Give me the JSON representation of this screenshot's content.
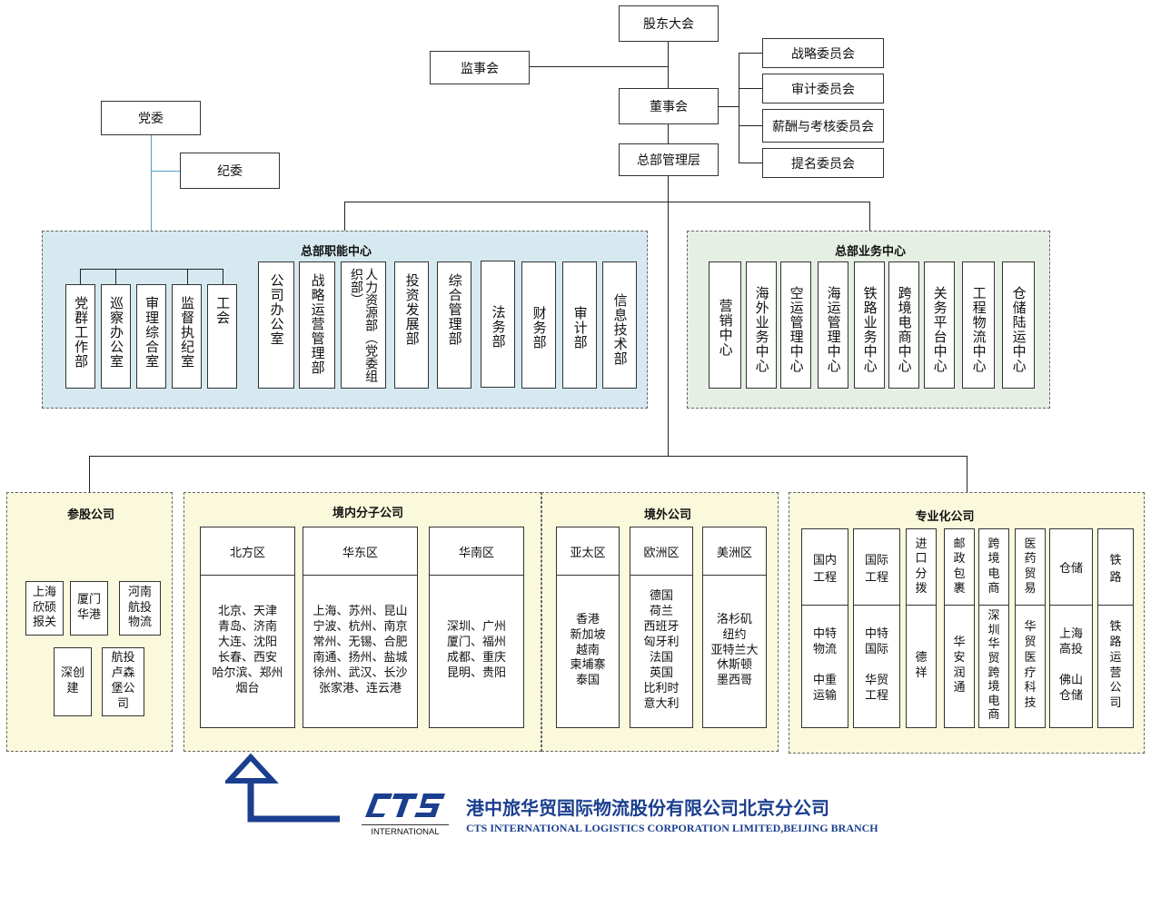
{
  "top": {
    "shareholders": "股东大会",
    "supervisors": "监事会",
    "board": "董事会",
    "management": "总部管理层",
    "committees": [
      "战略委员会",
      "审计委员会",
      "薪酬与考核委员会",
      "提名委员会"
    ],
    "party": "党委",
    "discipline": "纪委"
  },
  "func": {
    "title": "总部职能中心",
    "items": [
      "党群工作部",
      "巡察办公室",
      "审理综合室",
      "监督执纪室",
      "工会",
      "公司办公室",
      "战略运营管理部",
      "人力资源部（党委组织部）",
      "投资发展部",
      "综合管理部",
      "法务部",
      "财务部",
      "审计部",
      "信息技术部"
    ]
  },
  "biz": {
    "title": "总部业务中心",
    "items": [
      "营销中心",
      "海外业务中心",
      "空运管理中心",
      "海运管理中心",
      "铁路业务中心",
      "跨境电商中心",
      "关务平台中心",
      "工程物流中心",
      "仓储陆运中心"
    ]
  },
  "equity": {
    "title": "参股公司",
    "items": [
      "上海\n欣硕\n报关",
      "厦门\n华港",
      "河南\n航投\n物流",
      "深创\n建",
      "航投\n卢森\n堡公\n司"
    ]
  },
  "domestic": {
    "title": "境内分子公司",
    "regions": [
      {
        "name": "北方区",
        "cities": "北京、天津\n青岛、济南\n大连、沈阳\n长春、西安\n哈尔滨、郑州\n烟台"
      },
      {
        "name": "华东区",
        "cities": "上海、苏州、昆山\n宁波、杭州、南京\n常州、无锡、合肥\n南通、扬州、盐城\n徐州、武汉、长沙\n张家港、连云港"
      },
      {
        "name": "华南区",
        "cities": "深圳、广州\n厦门、福州\n成都、重庆\n昆明、贵阳"
      }
    ]
  },
  "overseas": {
    "title": "境外公司",
    "regions": [
      {
        "name": "亚太区",
        "cities": "香港\n新加坡\n越南\n柬埔寨\n泰国"
      },
      {
        "name": "欧洲区",
        "cities": "德国\n荷兰\n西班牙\n匈牙利\n法国\n英国\n比利时\n意大利"
      },
      {
        "name": "美洲区",
        "cities": "洛杉矶\n纽约\n亚特兰大\n休斯顿\n墨西哥"
      }
    ]
  },
  "special": {
    "title": "专业化公司",
    "cols": [
      {
        "head": "国内\n工程",
        "body": "中特\n物流\n\n中重\n运输"
      },
      {
        "head": "国际\n工程",
        "body": "中特\n国际\n\n华贸\n工程"
      },
      {
        "head": "进\n口\n分\n拨",
        "body": "德\n祥"
      },
      {
        "head": "邮\n政\n包\n裹",
        "body": "华\n安\n润\n通"
      },
      {
        "head": "跨\n境\n电\n商",
        "body": "深\n圳\n华\n贸\n跨\n境\n电\n商"
      },
      {
        "head": "医\n药\n贸\n易",
        "body": "华\n贸\n医\n疗\n科\n技"
      },
      {
        "head": "仓储",
        "body": "上海\n高投\n\n佛山\n仓储"
      },
      {
        "head": "铁\n路",
        "body": "铁\n路\n运\n营\n公\n司"
      }
    ]
  },
  "logo": {
    "mark": "cts",
    "sub": "INTERNATIONAL",
    "name_cn": "港中旅华贸国际物流股份有限公司北京分公司",
    "name_en": "CTS INTERNATIONAL LOGISTICS CORPORATION LIMITED,BEIJING BRANCH"
  },
  "colors": {
    "func_bg": "#d6e9f0",
    "biz_bg": "#e6efe3",
    "bottom_bg": "#fbf9dc",
    "brand": "#1b3f8f",
    "party_line": "#4aa3c9"
  }
}
